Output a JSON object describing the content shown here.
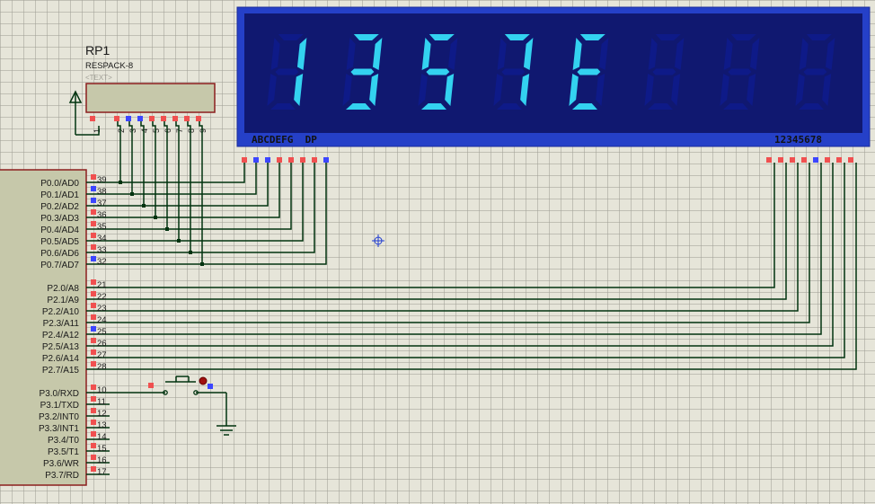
{
  "colors": {
    "background": "#e6e5d9",
    "grid": "#b0afa4",
    "wire": "#00330f",
    "component_body": "#c6c8aa",
    "component_outline": "#8b1e1e",
    "display_frame": "#2540c8",
    "display_bg": "#101870",
    "segment_on": "#33d2f0",
    "segment_off": "#0e1a88",
    "pin_red": "#f05050",
    "pin_blue": "#3c46ff"
  },
  "resistor_pack": {
    "ref": "RP1",
    "part": "RESPACK-8",
    "text_placeholder": "<TEXT>",
    "pins": [
      "1",
      "2",
      "3",
      "4",
      "5",
      "6",
      "7",
      "8",
      "9"
    ]
  },
  "display": {
    "segment_label": "ABCDEFG  DP",
    "digit_label": "12345678",
    "digits": [
      "1",
      "3",
      "5",
      "7",
      "E",
      "",
      "",
      ""
    ]
  },
  "mcu": {
    "port0": [
      {
        "name": "P0.0/AD0",
        "num": "39"
      },
      {
        "name": "P0.1/AD1",
        "num": "38"
      },
      {
        "name": "P0.2/AD2",
        "num": "37"
      },
      {
        "name": "P0.3/AD3",
        "num": "36"
      },
      {
        "name": "P0.4/AD4",
        "num": "35"
      },
      {
        "name": "P0.5/AD5",
        "num": "34"
      },
      {
        "name": "P0.6/AD6",
        "num": "33"
      },
      {
        "name": "P0.7/AD7",
        "num": "32"
      }
    ],
    "port2": [
      {
        "name": "P2.0/A8",
        "num": "21"
      },
      {
        "name": "P2.1/A9",
        "num": "22"
      },
      {
        "name": "P2.2/A10",
        "num": "23"
      },
      {
        "name": "P2.3/A11",
        "num": "24"
      },
      {
        "name": "P2.4/A12",
        "num": "25"
      },
      {
        "name": "P2.5/A13",
        "num": "26"
      },
      {
        "name": "P2.6/A14",
        "num": "27"
      },
      {
        "name": "P2.7/A15",
        "num": "28"
      }
    ],
    "port3": [
      {
        "name": "P3.0/RXD",
        "num": "10"
      },
      {
        "name": "P3.1/TXD",
        "num": "11"
      },
      {
        "name": "P3.2/INT0",
        "num": "12"
      },
      {
        "name": "P3.3/INT1",
        "num": "13"
      },
      {
        "name": "P3.4/T0",
        "num": "14"
      },
      {
        "name": "P3.5/T1",
        "num": "15"
      },
      {
        "name": "P3.6/WR",
        "num": "16"
      },
      {
        "name": "P3.7/RD",
        "num": "17"
      }
    ]
  }
}
